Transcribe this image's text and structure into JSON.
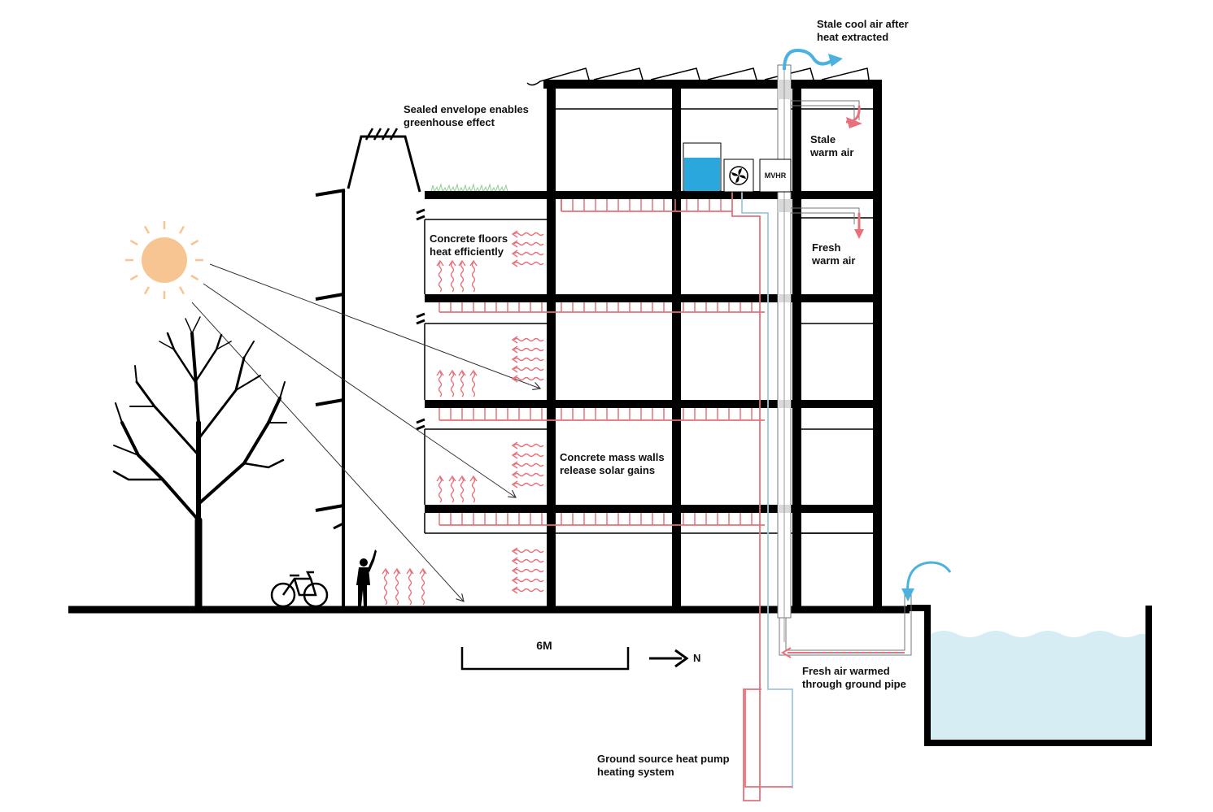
{
  "labels": {
    "stale_cool_air": [
      "Stale cool air after",
      "heat extracted"
    ],
    "sealed_envelope": [
      "Sealed envelope enables",
      "greenhouse effect"
    ],
    "stale_warm_air": [
      "Stale",
      "warm air"
    ],
    "fresh_warm_air": [
      "Fresh",
      "warm air"
    ],
    "concrete_floors": [
      "Concrete floors",
      "heat efficiently"
    ],
    "concrete_walls": [
      "Concrete mass walls",
      "release solar gains"
    ],
    "ground_pipe": [
      "Fresh air warmed",
      "through ground pipe"
    ],
    "gshp": [
      "Ground source heat pump",
      "heating system"
    ],
    "mvhr": "MVHR",
    "scale": "6M",
    "north": "N"
  },
  "colors": {
    "structure": "#000000",
    "heat": "#e8707a",
    "cool_air": "#4bb2e0",
    "water": "#d6edf3",
    "sun": "#f6c591",
    "tank": "#2aa7dd"
  },
  "icons": [
    "sun-icon",
    "tree-icon",
    "bicycle-icon",
    "person-icon",
    "fan-icon",
    "north-arrow-icon"
  ]
}
